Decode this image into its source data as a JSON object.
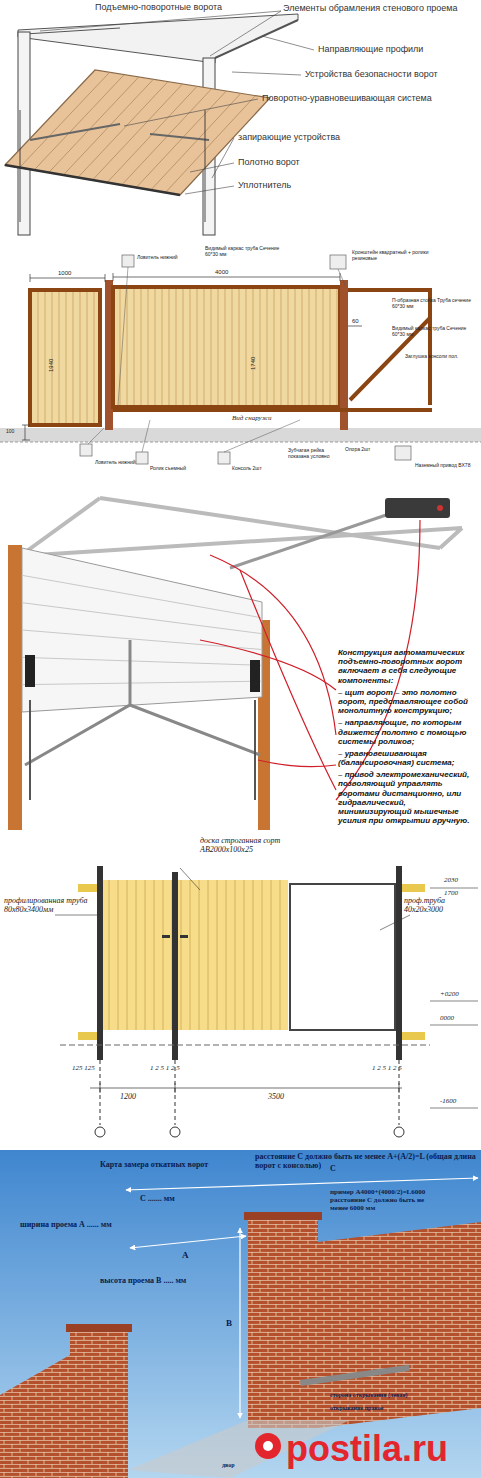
{
  "diagram": {
    "labels": [
      "Подъемно-поворотные ворота",
      "Элементы обрамления стенового проема",
      "Направляющие профили",
      "Устройства безопасности ворот",
      "Поворотно-уравновешивающая система",
      "запирающие устройства",
      "Полотно ворот",
      "Уплотнитель",
      "1000",
      "4000",
      "Ловитель нижний",
      "Видимый каркас труба Сечение 60*30 мм",
      "Кронштейн квадратный + ролики резиновые",
      "П-образная стойка Труба сечение 60*30 мм",
      "Видимый каркас труба Сечение 60*30 мм",
      "60",
      "Заглушка консоли пол.",
      "1940",
      "1740",
      "100",
      "Вид снаружи",
      "Ловитель нижний",
      "Ролик съемный",
      "Консоль 2шт",
      "Зубчатая рейка показана условно",
      "Опора 2шт",
      "Наземный привод BX78",
      "Конструкция автоматических подъемно-поворотных ворот включает в себя следующие компоненты:",
      "– щит ворот – это полотно ворот, представляющее собой монолитную конструкцию;",
      "– направляющие, по которым движется полотно с помощью системы роликов;",
      "– уравновешивающая (балансировочная) система;",
      "– привод электромеханический, позволяющий управлять воротами дистанционно, или гидравлический, минимизирующий мышечные усилия при открытии вручную.",
      "доска строганная сорт АВ2000х100х25",
      "профилированная труба 80х80х3400мм",
      "проф.труба 40х20х3000",
      "2030",
      "1700",
      "+0200",
      "0000",
      "-1600",
      "125 125",
      "1 2 5 1 2 5",
      "1 2 5 1 2 5",
      "1200",
      "3500",
      "Карта замера откатных ворот",
      "расстояние С должно быть не менее А+(А/2)=L (общая длина ворот с консолью)",
      "С ....... мм",
      "С",
      "ширина проема А ...... мм",
      "пример А4000+(4000/2)=L6000 расстояние С должно быть не менее 6000 мм",
      "А",
      "высота проема В ..... мм",
      "В",
      "сторона открывания (левая)",
      "открывание правое",
      "двор",
      "postila.ru"
    ]
  }
}
